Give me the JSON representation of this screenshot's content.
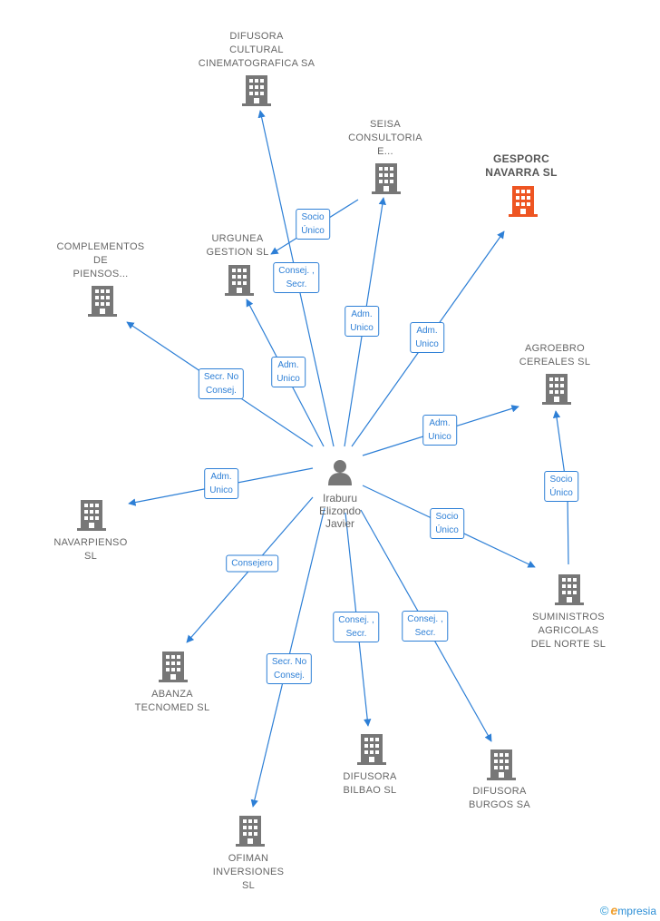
{
  "colors": {
    "edge": "#2d7fd6",
    "building": "#777777",
    "highlight": "#ee5522",
    "text": "#666666"
  },
  "person": {
    "name_lines": [
      "Iraburu",
      "Elizondo",
      "Javier"
    ],
    "icon": "person-icon"
  },
  "nodes": [
    {
      "id": "difusora-cultural",
      "lines": [
        "DIFUSORA",
        "CULTURAL",
        "CINEMATOGRAFICA SA"
      ],
      "highlight": false
    },
    {
      "id": "seisa",
      "lines": [
        "SEISA",
        "CONSULTORIA",
        "E..."
      ],
      "highlight": false
    },
    {
      "id": "gesporc",
      "lines": [
        "GESPORC",
        "NAVARRA  SL"
      ],
      "highlight": true
    },
    {
      "id": "urgunea",
      "lines": [
        "URGUNEA",
        "GESTION SL"
      ],
      "highlight": false
    },
    {
      "id": "complementos",
      "lines": [
        "COMPLEMENTOS",
        "DE",
        "PIENSOS..."
      ],
      "highlight": false
    },
    {
      "id": "agroebro",
      "lines": [
        "AGROEBRO",
        "CEREALES  SL"
      ],
      "highlight": false
    },
    {
      "id": "navarpienso",
      "lines": [
        "NAVARPIENSO",
        "SL"
      ],
      "highlight": false
    },
    {
      "id": "suministros",
      "lines": [
        "SUMINISTROS",
        "AGRICOLAS",
        "DEL NORTE SL"
      ],
      "highlight": false
    },
    {
      "id": "abanza",
      "lines": [
        "ABANZA",
        "TECNOMED  SL"
      ],
      "highlight": false
    },
    {
      "id": "difusora-bilbao",
      "lines": [
        "DIFUSORA",
        "BILBAO SL"
      ],
      "highlight": false
    },
    {
      "id": "difusora-burgos",
      "lines": [
        "DIFUSORA",
        "BURGOS SA"
      ],
      "highlight": false
    },
    {
      "id": "ofiman",
      "lines": [
        "OFIMAN",
        "INVERSIONES",
        "SL"
      ],
      "highlight": false
    }
  ],
  "relations": [
    {
      "id": "r-difusora-cultural",
      "lines": [
        "Consej. ,",
        "Secr."
      ]
    },
    {
      "id": "r-seisa",
      "lines": [
        "Adm.",
        "Unico"
      ]
    },
    {
      "id": "r-seisa-urgunea",
      "lines": [
        "Socio",
        "Único"
      ]
    },
    {
      "id": "r-gesporc",
      "lines": [
        "Adm.",
        "Unico"
      ]
    },
    {
      "id": "r-urgunea",
      "lines": [
        "Adm.",
        "Unico"
      ]
    },
    {
      "id": "r-complementos",
      "lines": [
        "Secr.  No",
        "Consej."
      ]
    },
    {
      "id": "r-agroebro",
      "lines": [
        "Adm.",
        "Unico"
      ]
    },
    {
      "id": "r-navarpienso",
      "lines": [
        "Adm.",
        "Unico"
      ]
    },
    {
      "id": "r-suministros",
      "lines": [
        "Socio",
        "Único"
      ]
    },
    {
      "id": "r-suministros-agroebro",
      "lines": [
        "Socio",
        "Único"
      ]
    },
    {
      "id": "r-abanza",
      "lines": [
        "Consejero"
      ]
    },
    {
      "id": "r-ofiman",
      "lines": [
        "Secr.  No",
        "Consej."
      ]
    },
    {
      "id": "r-difusora-bilbao",
      "lines": [
        "Consej. ,",
        "Secr."
      ]
    },
    {
      "id": "r-difusora-burgos",
      "lines": [
        "Consej. ,",
        "Secr."
      ]
    }
  ],
  "footer": {
    "copyright": "©",
    "brand_initial": "e",
    "brand_rest": "mpresia"
  }
}
